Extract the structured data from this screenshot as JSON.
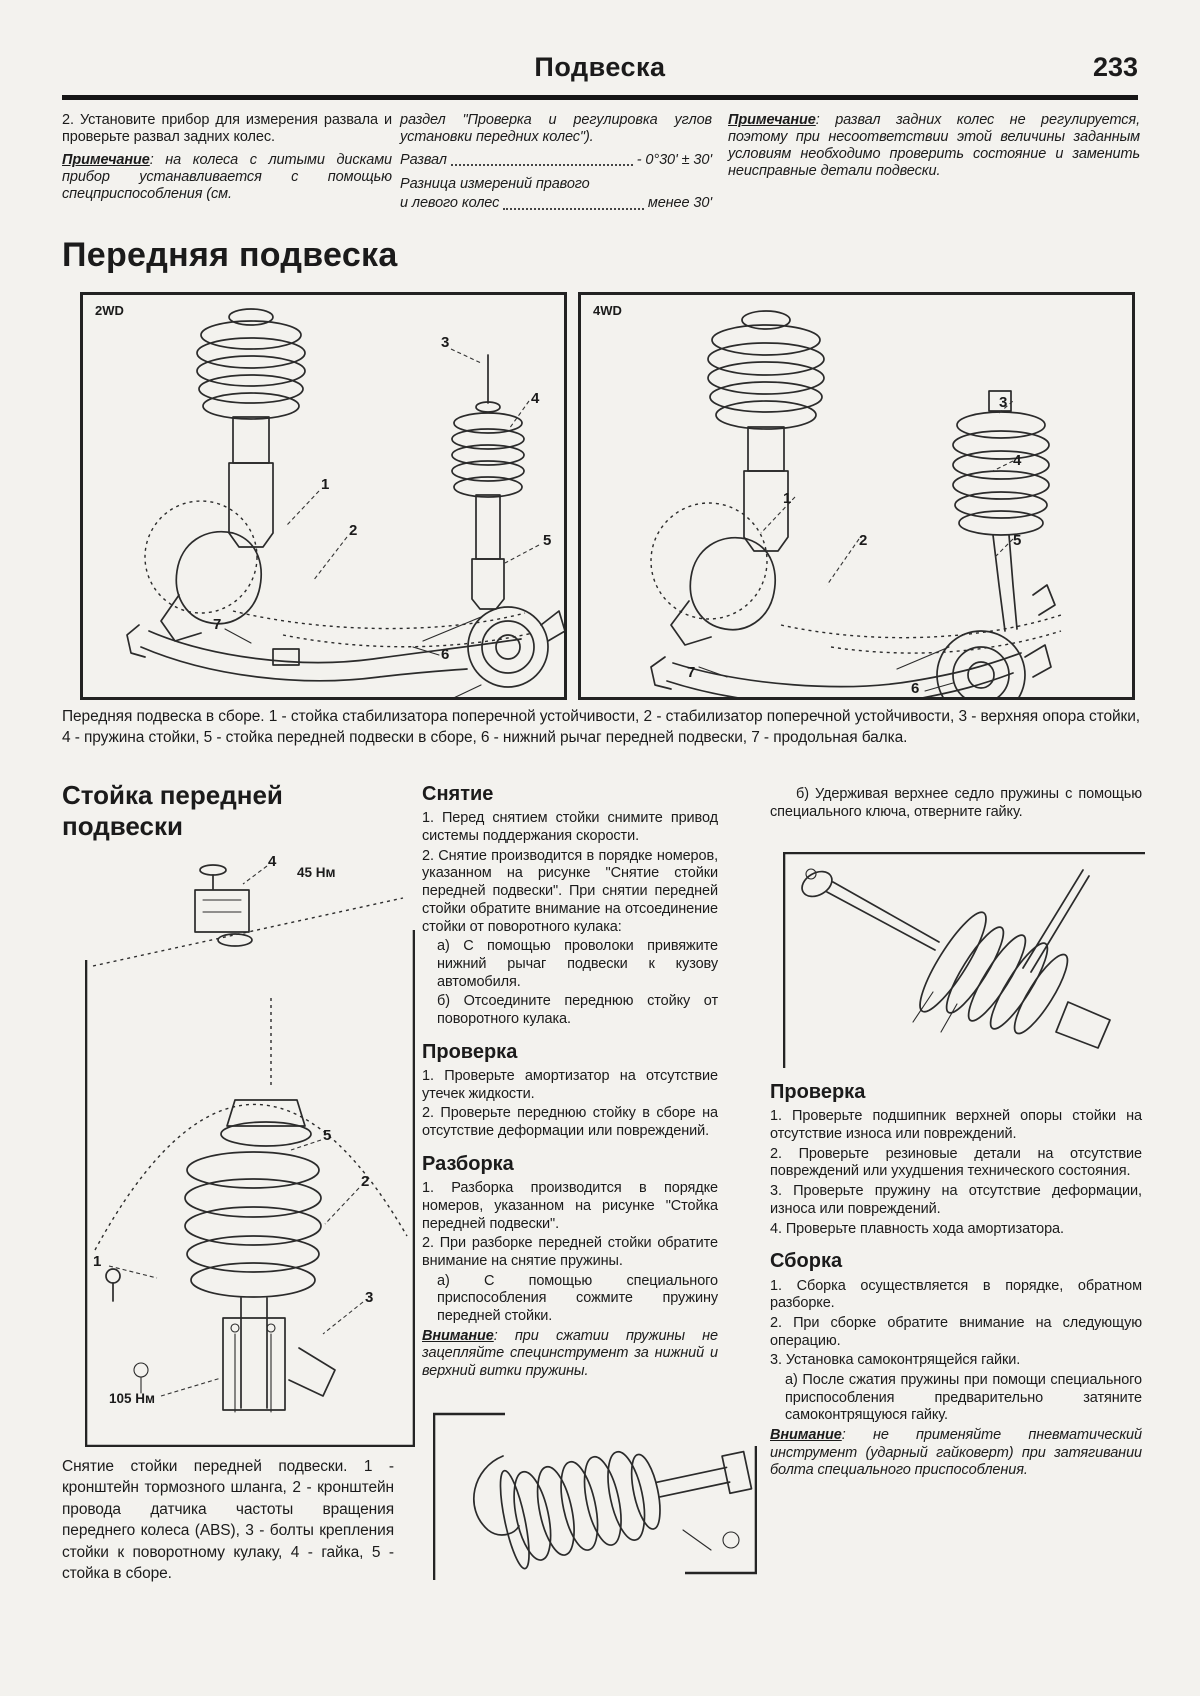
{
  "header": {
    "title": "Подвеска",
    "page_number": "233"
  },
  "intro": {
    "col1": {
      "step2": "2. Установите прибор для измерения развала и проверьте развал задних колес.",
      "note_label": "Примечание",
      "note_text": ": на колеса с литыми дисками прибор устанавливается с помощью спецприспособления (см."
    },
    "col2": {
      "continuation": "раздел \"Проверка и регулировка углов установки передних колес\").",
      "spec1_label": "Развал",
      "spec1_value": "- 0°30' ± 30'",
      "spec2_line1": "Разница измерений правого",
      "spec2_label": "и левого колес",
      "spec2_value": "менее 30'"
    },
    "col3": {
      "note_label": "Примечание",
      "note_text": ": развал задних колес не регулируется, поэтому при несоответствии этой величины заданным условиям необходимо проверить состояние и заменить неисправные детали подвески."
    }
  },
  "front_suspension": {
    "heading": "Передняя подвеска",
    "fig_2wd": {
      "tag": "2WD",
      "labels": [
        "3",
        "4",
        "1",
        "2",
        "5",
        "7",
        "6"
      ]
    },
    "fig_4wd": {
      "tag": "4WD",
      "labels": [
        "3",
        "4",
        "5",
        "1",
        "2",
        "7",
        "6"
      ]
    },
    "caption": "Передняя подвеска в сборе. 1 - стойка стабилизатора поперечной устойчивости, 2 - стабилизатор поперечной устойчивости, 3 - верхняя опора стойки, 4 - пружина стойки, 5 - стойка передней подвески в сборе, 6 - нижний рычаг передней подвески, 7 - продольная балка."
  },
  "strut": {
    "heading": "Стойка передней подвески",
    "fig": {
      "torque_top": "45 Нм",
      "torque_bottom": "105 Нм",
      "labels": [
        "4",
        "1",
        "5",
        "2",
        "3"
      ]
    },
    "caption": "Снятие стойки передней подвески. 1 - кронштейн тормозного шланга, 2 - кронштейн провода датчика частоты вращения переднего колеса (ABS), 3 - болты крепления стойки к поворотному кулаку, 4 - гайка, 5 - стойка в сборе."
  },
  "removal": {
    "heading": "Снятие",
    "items": [
      "1. Перед снятием стойки снимите привод системы поддержания скорости.",
      "2. Снятие производится в порядке номеров, указанном на рисунке \"Снятие стойки передней подвески\". При снятии передней стойки обратите внимание на отсоединение стойки от поворотного кулака:",
      "а) С помощью проволоки привяжите нижний рычаг подвески к кузову автомобиля.",
      "б) Отсоедините переднюю стойку от поворотного кулака."
    ]
  },
  "inspection1": {
    "heading": "Проверка",
    "items": [
      "1. Проверьте амортизатор на отсутствие утечек жидкости.",
      "2. Проверьте переднюю стойку в сборе на отсутствие деформации или повреждений."
    ]
  },
  "disassembly": {
    "heading": "Разборка",
    "items": [
      "1. Разборка производится в порядке номеров, указанном на рисунке \"Стойка передней подвески\".",
      "2. При разборке передней стойки обратите внимание на снятие пружины.",
      "а) С помощью специального приспособления сожмите пружину передней стойки."
    ],
    "warning_label": "Внимание",
    "warning_text": ": при сжатии пружины не зацепляйте специнструмент за нижний и верхний витки пружины."
  },
  "right_column": {
    "item_b": "б) Удерживая верхнее седло пружины с помощью специального ключа, отверните гайку.",
    "inspection2": {
      "heading": "Проверка",
      "items": [
        "1. Проверьте подшипник верхней опоры стойки на отсутствие износа или повреждений.",
        "2. Проверьте резиновые детали на отсутствие повреждений или ухудшения технического состояния.",
        "3. Проверьте пружину на отсутствие деформации, износа или повреждений.",
        "4. Проверьте плавность хода амортизатора."
      ]
    },
    "assembly": {
      "heading": "Сборка",
      "items": [
        "1. Сборка осуществляется в порядке, обратном разборке.",
        "2. При сборке обратите внимание на следующую операцию.",
        "3. Установка самоконтрящейся гайки.",
        "а) После сжатия пружины при помощи специального приспособления предварительно затяните самоконтрящуюся гайку."
      ],
      "warning_label": "Внимание",
      "warning_text": ": не применяйте пневматический инструмент (ударный гайковерт) при затягивании болта специального приспособления."
    }
  }
}
